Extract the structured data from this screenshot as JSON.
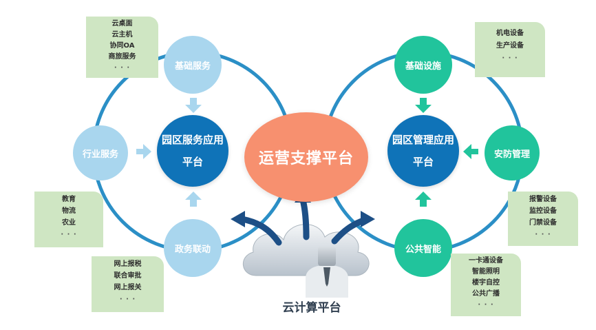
{
  "center": {
    "label": "运营支撑平台"
  },
  "left_hub": {
    "line1": "园区服务应用",
    "line2": "平台"
  },
  "right_hub": {
    "line1": "园区管理应用",
    "line2": "平台"
  },
  "left_nodes": {
    "top": "基础服务",
    "left": "行业服务",
    "bottom": "政务联动"
  },
  "right_nodes": {
    "top": "基础设施",
    "right": "安防管理",
    "bottom": "公共智能"
  },
  "notes": {
    "left_top": [
      "云桌面",
      "云主机",
      "协同OA",
      "商旅服务",
      "· · ·"
    ],
    "left_mid": [
      "教育",
      "物流",
      "农业",
      "· · ·"
    ],
    "left_bottom": [
      "网上报税",
      "联合审批",
      "网上报关",
      "· · ·"
    ],
    "right_top": [
      "机电设备",
      "生产设备",
      "· · ·"
    ],
    "right_mid": [
      "报警设备",
      "监控设备",
      "门禁设备",
      "· · ·"
    ],
    "right_bottom": [
      "一卡通设备",
      "智能照明",
      "楼宇自控",
      "公共广播",
      "· · ·"
    ]
  },
  "cloud": {
    "label": "云计算平台"
  },
  "colors": {
    "ring": "#2b8fc6",
    "light_node": "#a9d6ee",
    "teal_node": "#21c49c",
    "hub": "#0f73b8",
    "core": "#f7906f",
    "note": "#cfe6c3",
    "arrow_dark": "#1d4f86"
  }
}
